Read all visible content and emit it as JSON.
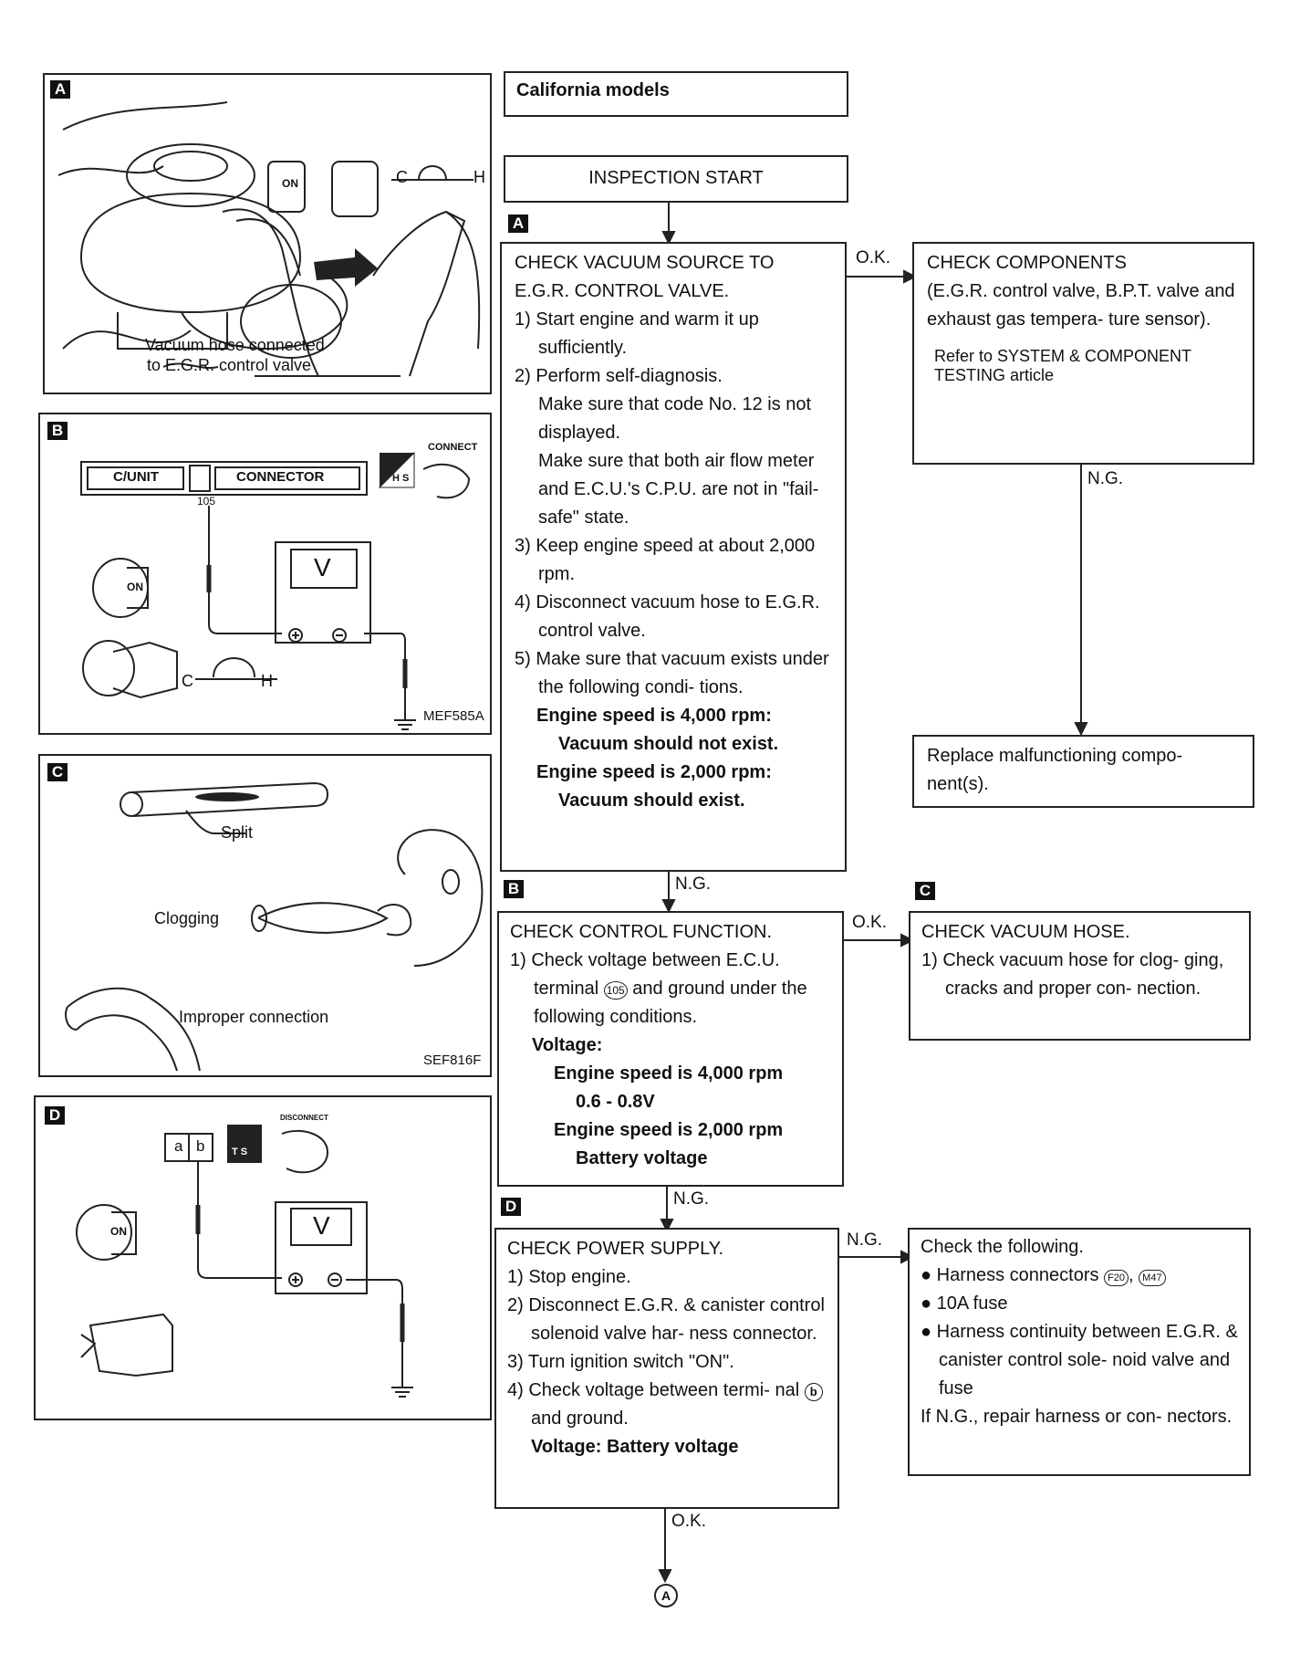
{
  "figA": {
    "tag": "A",
    "caption_1": "Vacuum hose connected",
    "caption_2": "to E.G.R. control valve",
    "key_on": "ON",
    "temp_c": "C",
    "temp_h": "H"
  },
  "figB": {
    "tag": "B",
    "cunit": "C/UNIT",
    "connector": "CONNECTOR",
    "pin": "105",
    "hs": "H S",
    "connect": "CONNECT",
    "meter": "V",
    "code": "MEF585A",
    "key_on": "ON",
    "temp_c": "C",
    "temp_h": "H"
  },
  "figC": {
    "tag": "C",
    "split": "Split",
    "clogging": "Clogging",
    "improper": "Improper connection",
    "code": "SEF816F"
  },
  "figD": {
    "tag": "D",
    "conn_a": "a",
    "conn_b": "b",
    "ts": "T S",
    "disconnect": "DISCONNECT",
    "meter": "V",
    "key_on": "ON"
  },
  "california": "California models",
  "start": "INSPECTION START",
  "stepA": {
    "tag": "A",
    "title": "CHECK VACUUM SOURCE TO E.G.R. CONTROL VALVE.",
    "s1": "1) Start engine and warm it up sufficiently.",
    "s2": "2) Perform self-diagnosis.",
    "s2a": "Make sure that code No. 12 is not displayed.",
    "s2b": "Make sure that both air flow meter and E.C.U.'s C.P.U. are not in \"fail-safe\" state.",
    "s3": "3) Keep engine speed at about 2,000 rpm.",
    "s4": "4) Disconnect vacuum hose to E.G.R. control valve.",
    "s5": "5) Make sure that vacuum exists under the following condi- tions.",
    "c1": "Engine speed is 4,000 rpm:",
    "c1v": "Vacuum should not exist.",
    "c2": "Engine speed is 2,000 rpm:",
    "c2v": "Vacuum should exist."
  },
  "components": {
    "title": "CHECK COMPONENTS",
    "body": "(E.G.R. control valve, B.P.T. valve and exhaust gas tempera- ture sensor).",
    "ref": "Refer to SYSTEM & COMPONENT TESTING article"
  },
  "replace": "Replace malfunctioning compo- nent(s).",
  "stepB": {
    "tag": "B",
    "title": "CHECK CONTROL FUNCTION.",
    "s1_pre": "1) Check voltage between E.C.U. terminal",
    "s1_pin": "105",
    "s1_post": "and ground under the following conditions.",
    "voltage": "Voltage:",
    "c1": "Engine speed is 4,000 rpm",
    "c1v": "0.6 - 0.8V",
    "c2": "Engine speed is 2,000 rpm",
    "c2v": "Battery voltage"
  },
  "stepC": {
    "tag": "C",
    "title": "CHECK VACUUM HOSE.",
    "s1": "1) Check vacuum hose for clog- ging, cracks and proper con- nection."
  },
  "stepD": {
    "tag": "D",
    "title": "CHECK POWER SUPPLY.",
    "s1": "1) Stop engine.",
    "s2": "2) Disconnect E.G.R. & canister control solenoid valve har- ness connector.",
    "s3": "3) Turn ignition switch \"ON\".",
    "s4_pre": "4) Check voltage between termi- nal",
    "s4_pin": "b",
    "s4_post": "and ground.",
    "voltage": "Voltage: Battery voltage"
  },
  "checkFollowing": {
    "title": "Check the following.",
    "i1_pre": "Harness connectors",
    "i1_c1": "F20",
    "i1_c2": "M47",
    "i2": "10A fuse",
    "i3": "Harness continuity between E.G.R. & canister control sole- noid valve and fuse",
    "footer": "If N.G., repair harness or con- nectors."
  },
  "labels": {
    "ok1": "O.K.",
    "ng1": "N.G.",
    "ng2": "N.G.",
    "ok2": "O.K.",
    "ng3": "N.G.",
    "ng4": "N.G.",
    "ok3": "O.K.",
    "end": "A"
  }
}
